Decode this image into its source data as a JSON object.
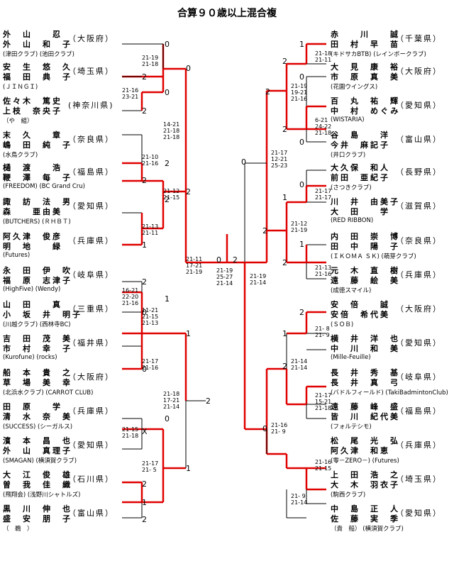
{
  "title": "合算９０歳以上混合複",
  "entries": [
    {
      "p1": "外　山　　忍",
      "p2": "外　山　和　子",
      "club": "(津田クラブ)",
      "club2": "(池田クラブ)",
      "pref": "（大阪府）",
      "side": "L"
    },
    {
      "p1": "安　生　悠　久",
      "p2": "福　田　典　子",
      "club": "(ＪＩＮＧＩ)",
      "pref": "（埼玉県）",
      "side": "L"
    },
    {
      "p1": "佐々木　篤史",
      "p2": "上枝　奈央子",
      "club": "（や　組）",
      "pref": "(神奈川県)",
      "side": "L"
    },
    {
      "p1": "末　久　　章",
      "p2": "嶋　田　純　子",
      "club": "(水鳥クラブ)",
      "pref": "（奈良県）",
      "side": "L"
    },
    {
      "p1": "樋　渡　　浩",
      "p2": "鞭　澤　每　子",
      "club": "(FREEDOM)",
      "club2": "(BC Grand Cru)",
      "pref": "（福島県）",
      "side": "L"
    },
    {
      "p1": "諏　訪　法　男",
      "p2": "森　　亜由美",
      "club": "(BUTCHERS)",
      "club2": "(ＲＨＢＴ)",
      "pref": "（愛知県）",
      "side": "L"
    },
    {
      "p1": "阿久津　俊彦",
      "p2": "明　地　　緑",
      "club": "(Futures)",
      "pref": "（兵庫県）",
      "side": "L"
    },
    {
      "p1": "永　田　伊　吹",
      "p2": "福　原　志津子",
      "club": "(HighFive)",
      "club2": "(Wendy)",
      "pref": "（岐阜県）",
      "side": "L"
    },
    {
      "p1": "山　田　　真",
      "p2": "小　坂　井　明子",
      "club": "(川越クラブ)",
      "club2": "(西林寺BC)",
      "pref": "（三重県）",
      "side": "L"
    },
    {
      "p1": "吉　田　茂　美",
      "p2": "市　村　幸　子",
      "club": "(Kurofune)",
      "club2": "(rocks)",
      "pref": "（福井県）",
      "side": "L"
    },
    {
      "p1": "船　本　貴　之",
      "p2": "草　場　美　幸",
      "club": "(北浜水クラブ)",
      "club2": "(CARROT CLUB)",
      "pref": "（大阪府）",
      "side": "L"
    },
    {
      "p1": "田　原　　学",
      "p2": "清　水　奈　美",
      "club": "(SUCCESS)",
      "club2": "(シーガルス)",
      "pref": "（兵庫県）",
      "side": "L"
    },
    {
      "p1": "濱　本　昌　也",
      "p2": "外　山　真理子",
      "club": "(SMAGAN)",
      "club2": "(横須賀クラブ)",
      "pref": "（愛知県）",
      "side": "L"
    },
    {
      "p1": "大　江　俊　雄",
      "p2": "曽　我　佳　織",
      "club": "(飛翔会)",
      "club2": "(浅野川シャトルズ)",
      "pref": "（石川県）",
      "side": "L"
    },
    {
      "p1": "黒　川　伸　也",
      "p2": "盛　安　朋　子",
      "club": "（　鵜　）",
      "pref": "（富山県）",
      "side": "L"
    },
    {
      "p1": "赤　　川　　誠",
      "p2": "田　村　早　苗",
      "club": "(キドサカBTB)",
      "club2": "(レインボークラブ)",
      "pref": "（千葉県）",
      "side": "R"
    },
    {
      "p1": "大　見　康　裕",
      "p2": "市　原　真　美",
      "club": "(花園ウイングス)",
      "pref": "（大阪府）",
      "side": "R"
    },
    {
      "p1": "百　丸　祐　輝",
      "p2": "中　村　めぐみ",
      "club": "(WISTARIA)",
      "pref": "（愛知県）",
      "side": "R"
    },
    {
      "p1": "谷　島　　洋",
      "p2": "今井　麻記子",
      "club": "(井口クラブ)",
      "pref": "（富山県）",
      "side": "R"
    },
    {
      "p1": "大久保　和人",
      "p2": "前田　亜紀子",
      "club": "(さつきクラブ)",
      "pref": "（長野県）",
      "side": "R"
    },
    {
      "p1": "川　井　由美子",
      "p2": "大　田　　学",
      "club": "(RED RIBBON)",
      "pref": "（滋賀県）",
      "side": "R"
    },
    {
      "p1": "内　田　崇　博",
      "p2": "田　中　陽　子",
      "club": "(ＩＫＯＭＡ ＳＫ)",
      "club2": "(萌芽クラブ)",
      "pref": "（奈良県）",
      "side": "R"
    },
    {
      "p1": "元　木　直　樹",
      "p2": "遠　藤　絵　美",
      "club": "(成徳スマイル)",
      "pref": "（兵庫県）",
      "side": "R"
    },
    {
      "p1": "安　倍　　誠",
      "p2": "安倍　希代美",
      "club": "(ＳＯＢ)",
      "pref": "（大阪府）",
      "side": "R"
    },
    {
      "p1": "横　井　洋　也",
      "p2": "中　川　和　美",
      "club": "(Mille-Feuille)",
      "pref": "（愛知県）",
      "side": "R"
    },
    {
      "p1": "長　井　秀　基",
      "p2": "長　井　真　弓",
      "club": "(バドルフィールド)",
      "club2": "(TakiBadmintonClub)",
      "pref": "（岐阜県）",
      "side": "R"
    },
    {
      "p1": "遠　藤　峰　盛",
      "p2": "皆　川　紀代美",
      "club": "(フォルテシモ)",
      "pref": "（福島県）",
      "side": "R"
    },
    {
      "p1": "松　尾　光　弘",
      "p2": "阿久津　和恵",
      "club": "(零－ZERO－)",
      "club2": "(Futures)",
      "pref": "（兵庫県）",
      "side": "R"
    },
    {
      "p1": "上　田　浩　之",
      "p2": "大　木　羽衣子",
      "club": "(駒西クラブ)",
      "pref": "（埼玉県）",
      "side": "R"
    },
    {
      "p1": "中　島　正　人",
      "p2": "佐　藤　実　季",
      "club": "（貴　船）",
      "club2": "(横須賀クラブ)",
      "pref": "（愛知県）",
      "side": "R"
    }
  ],
  "round_scores": [
    "0",
    "2",
    "0",
    "2",
    "0",
    "2",
    "2",
    "2",
    "1",
    "2",
    "2",
    "1",
    "0",
    "1",
    "0",
    "2",
    "0",
    "X",
    "1",
    "2",
    "1",
    "2",
    "0",
    "2",
    "1",
    "2",
    "0",
    "2",
    "2",
    "0",
    "1",
    "0",
    "0",
    "2",
    "2",
    "1",
    "1",
    "2",
    "2",
    "0"
  ],
  "match_scores": [
    "21-19\n21-18",
    "21-16\n23-21",
    "14-21\n21-18\n21-18",
    "21-10\n21-16",
    "21-12\n21-15",
    "21-13\n21-11",
    "21-11\n17-21\n21-19",
    "16-21\n22-20\n21-16",
    "11-21\n21-15\n21-13",
    "21-17\n21-16",
    "21-18\n17-21\n21-14",
    "21-15\n21-18",
    "21-17\n21- 5",
    "21-19\n25-27\n21-14",
    "21-19\n21-14",
    "21-18\n21-11",
    "21-19\n19-21\n21-16",
    "6-21\n24-22\n21-18",
    "21-17\n12-21\n25-23",
    "21-17\n21-17",
    "21-12\n21-19",
    "21-13\n21-16",
    "21- 8\n21- 9",
    "21-14\n21-14",
    "21-17\n15-21\n21-18",
    "21-16\n21- 9",
    "21-16\n21-15",
    "21- 9\n21-14"
  ],
  "colors": {
    "win": "#e00000",
    "line": "#000000"
  }
}
